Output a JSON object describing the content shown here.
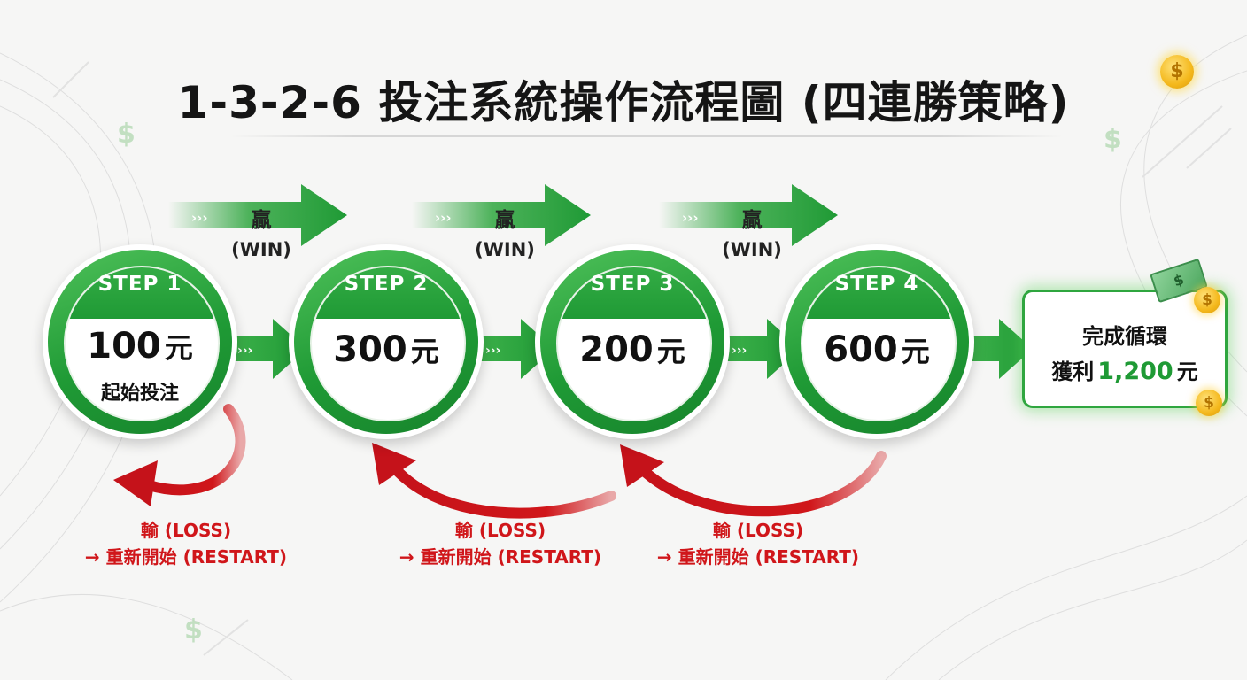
{
  "title": "1-3-2-6 投注系統操作流程圖 (四連勝策略)",
  "win_char": "贏",
  "win_en": "(WIN)",
  "steps": [
    {
      "label": "STEP 1",
      "amount": "100",
      "unit": "元",
      "sub": "起始投注"
    },
    {
      "label": "STEP 2",
      "amount": "300",
      "unit": "元"
    },
    {
      "label": "STEP 3",
      "amount": "200",
      "unit": "元"
    },
    {
      "label": "STEP 4",
      "amount": "600",
      "unit": "元"
    }
  ],
  "result": {
    "line1": "完成循環",
    "profit_prefix": "獲利",
    "profit_value": "1,200",
    "profit_unit": "元"
  },
  "loss": {
    "line1": "輸 (LOSS)",
    "line2": "→ 重新開始 (RESTART)"
  },
  "icons": {
    "coin": "coin-icon",
    "money": "money-bill-icon",
    "dollar": "dollar-sign-icon"
  },
  "colors": {
    "green": "#1f9a35",
    "red": "#d0161a",
    "coin": "#f4b81c"
  }
}
